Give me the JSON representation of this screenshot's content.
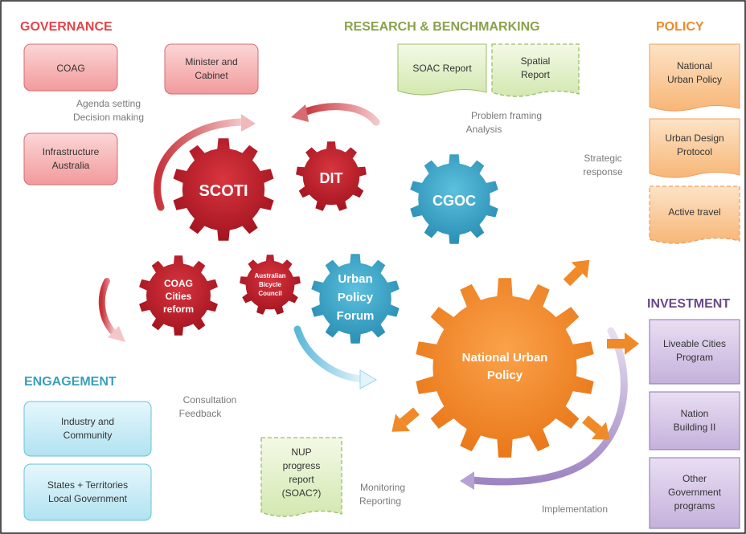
{
  "sections": {
    "governance": "GOVERNANCE",
    "research": "RESEARCH & BENCHMARKING",
    "policy": "POLICY",
    "investment": "INVESTMENT",
    "engagement": "ENGAGEMENT"
  },
  "governance": {
    "coag": "COAG",
    "minister_line1": "Minister and",
    "minister_line2": "Cabinet",
    "infra_line1": "Infrastructure",
    "infra_line2": "Australia"
  },
  "research": {
    "soac": "SOAC Report",
    "spatial_line1": "Spatial",
    "spatial_line2": "Report"
  },
  "policy": {
    "nup_line1": "National",
    "nup_line2": "Urban Policy",
    "udp_line1": "Urban Design",
    "udp_line2": "Protocol",
    "active": "Active travel"
  },
  "investment": {
    "lcp_line1": "Liveable Cities",
    "lcp_line2": "Program",
    "nb_line1": "Nation",
    "nb_line2": "Building II",
    "ogp_line1": "Other",
    "ogp_line2": "Government",
    "ogp_line3": "programs"
  },
  "engagement": {
    "ic_line1": "Industry and",
    "ic_line2": "Community",
    "st_line1": "States + Territories",
    "st_line2": "Local Government"
  },
  "gears": {
    "scoti": "SCOTI",
    "dit": "DIT",
    "cgoc": "CGOC",
    "coag_line1": "COAG",
    "coag_line2": "Cities",
    "coag_line3": "reform",
    "abc_line1": "Australian",
    "abc_line2": "Bicycle",
    "abc_line3": "Council",
    "upf_line1": "Urban",
    "upf_line2": "Policy",
    "upf_line3": "Forum",
    "nup_line1": "National Urban",
    "nup_line2": "Policy"
  },
  "notes": {
    "agenda_line1": "Agenda setting",
    "agenda_line2": "Decision making",
    "problem_line1": "Problem framing",
    "problem_line2": "Analysis",
    "strategic_line1": "Strategic",
    "strategic_line2": "response",
    "consult_line1": "Consultation",
    "consult_line2": "Feedback",
    "monitor_line1": "Monitoring",
    "monitor_line2": "Reporting",
    "implementation": "Implementation"
  },
  "nup_report": {
    "line1": "NUP",
    "line2": "progress",
    "line3": "report",
    "line4": "(SOAC?)"
  },
  "colors": {
    "governance": "#e0454a",
    "research": "#8aa24a",
    "policy": "#ee8a2a",
    "investment": "#6a4a8a",
    "engagement": "#3aa0b8",
    "red_gear": "#b81e2a",
    "blue_gear": "#3aa4c8",
    "orange_gear": "#f08a28"
  }
}
